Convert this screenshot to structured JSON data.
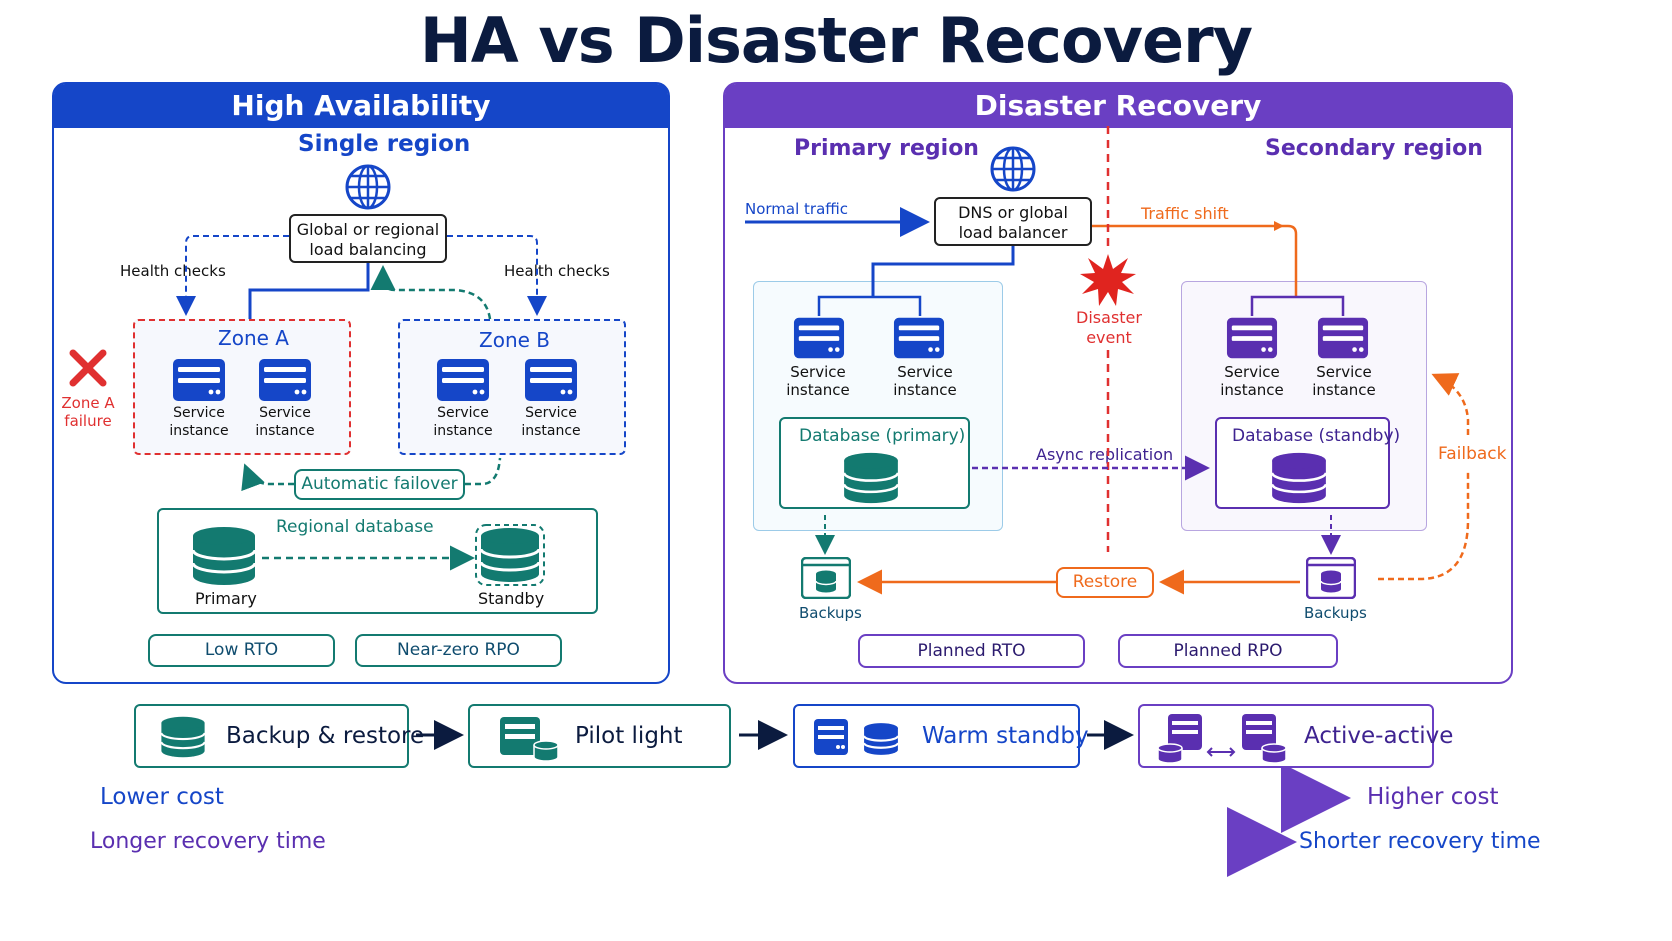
{
  "title": "HA vs Disaster Recovery",
  "ha": {
    "header": "High Availability",
    "subtitle": "Single region",
    "lb_label_1": "Global or regional",
    "lb_label_2": "load balancing",
    "health_checks_left": "Health checks",
    "health_checks_right": "Health checks",
    "zone_a": "Zone A",
    "zone_b": "Zone B",
    "zone_a_failure_1": "Zone A",
    "zone_a_failure_2": "failure",
    "service_line1": "Service",
    "service_line2": "instance",
    "auto_failover": "Automatic failover",
    "regional_db": "Regional database",
    "primary": "Primary",
    "standby": "Standby",
    "low_rto": "Low RTO",
    "near_zero_rpo": "Near-zero RPO"
  },
  "dr": {
    "header": "Disaster Recovery",
    "primary_region": "Primary region",
    "secondary_region": "Secondary region",
    "normal_traffic": "Normal traffic",
    "dns_1": "DNS or global",
    "dns_2": "load balancer",
    "traffic_shift": "Traffic shift",
    "disaster_1": "Disaster",
    "disaster_2": "event",
    "service_line1": "Service",
    "service_line2": "instance",
    "db_primary": "Database (primary)",
    "db_standby": "Database (standby)",
    "async_replication": "Async replication",
    "failback": "Failback",
    "restore": "Restore",
    "backups_left": "Backups",
    "backups_right": "Backups",
    "planned_rto": "Planned RTO",
    "planned_rpo": "Planned RPO"
  },
  "ladder": {
    "items": [
      "Backup & restore",
      "Pilot light",
      "Warm standby",
      "Active-active"
    ],
    "lower_cost": "Lower cost",
    "higher_cost": "Higher cost",
    "longer_recovery": "Longer recovery time",
    "shorter_recovery": "Shorter recovery time"
  },
  "colors": {
    "ha_blue": "#1546c8",
    "dr_purple": "#6a3fc3",
    "teal": "#137a70",
    "red": "#e03030",
    "orange": "#ef6a1c",
    "navy": "#0b1b3f"
  }
}
